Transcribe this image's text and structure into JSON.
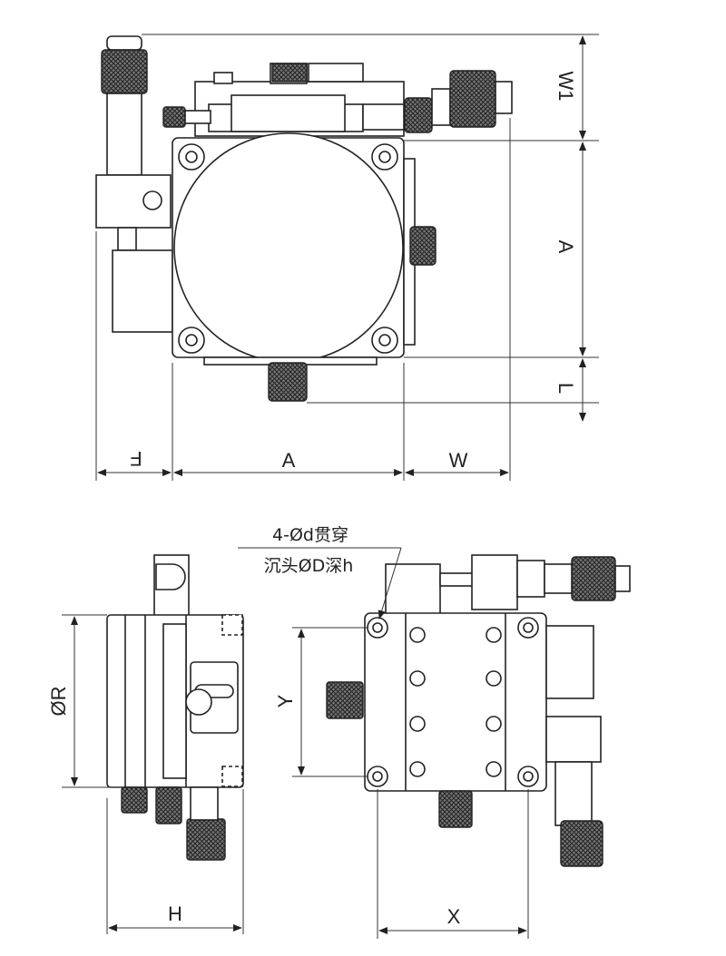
{
  "top_view": {
    "dim_w1": "W1",
    "dim_a_vertical": "A",
    "dim_l": "L",
    "dim_f": "F",
    "dim_a_horizontal": "A",
    "dim_w": "W"
  },
  "side_view": {
    "dim_r": "ØR",
    "dim_h": "H"
  },
  "front_view": {
    "hole_note_line1": "4-Ød贯穿",
    "hole_note_line2": "沉头ØD深h",
    "dim_y": "Y",
    "dim_x": "X"
  }
}
